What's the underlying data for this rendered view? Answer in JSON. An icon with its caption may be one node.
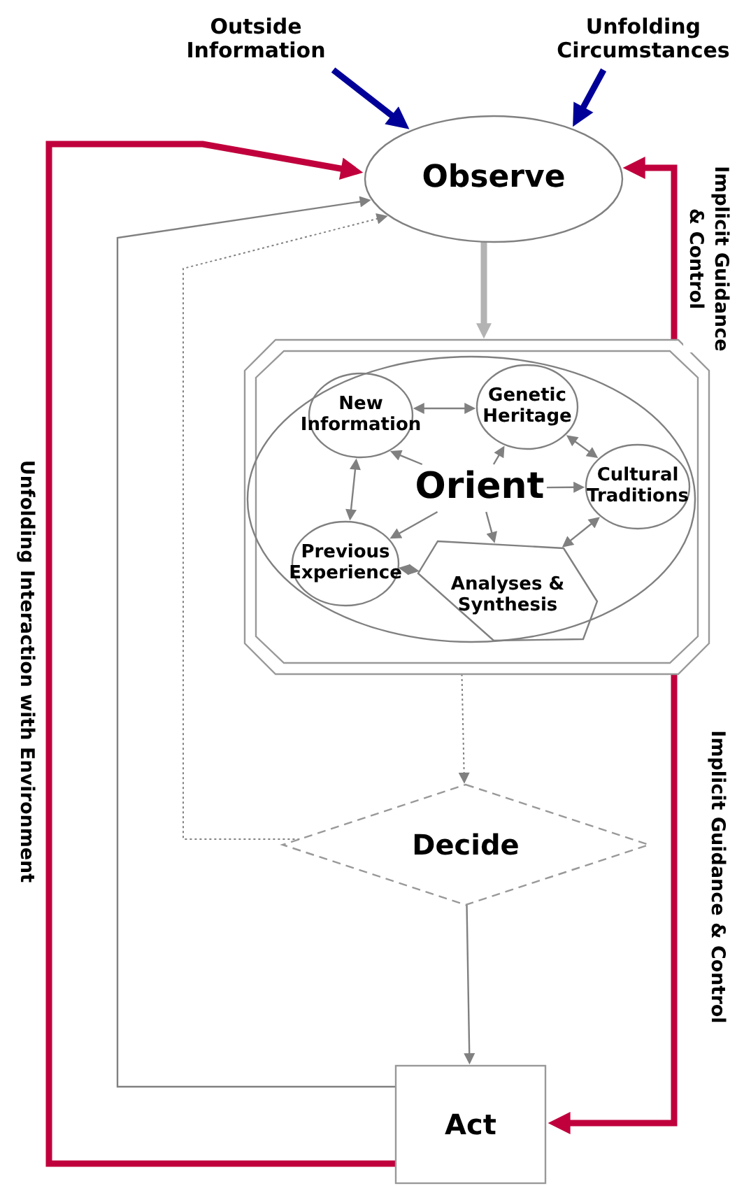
{
  "diagram": {
    "nodes": [
      {
        "text": [
          "Outside Information"
        ]
      },
      {
        "text": [
          "Unfolding Circumstances"
        ]
      },
      {
        "text": [
          "Observe"
        ]
      },
      {
        "text": [],
        "shape": "octagon"
      },
      {
        "text": [
          "Orient"
        ],
        "in": 3
      },
      {
        "text": [
          "New Information"
        ],
        "in": 3
      },
      {
        "text": [
          "Genetic Heritage"
        ],
        "in": 3
      },
      {
        "text": [
          "Cultural Traditions"
        ],
        "in": 3
      },
      {
        "text": [
          "Previous Experience"
        ],
        "in": 3
      },
      {
        "text": [
          "Analyses & Synthesis"
        ],
        "in": 3
      },
      {
        "text": [
          "Decide"
        ]
      },
      {
        "text": [
          "Act"
        ]
      }
    ],
    "edges": [
      {
        "from": 0,
        "to": 2,
        "arrow": "to",
        "style": "thick",
        "color": "#000099"
      },
      {
        "from": 1,
        "to": 2,
        "arrow": "to",
        "style": "thick",
        "color": "#000099"
      },
      {
        "from": 2,
        "to": 3,
        "arrow": "to",
        "style": "thick",
        "color": "#b3b3b3"
      },
      {
        "from": 3,
        "to": 2,
        "arrow": "to",
        "label": "Implicit Guidance & Control",
        "style": "thick",
        "color": "#c0003c"
      },
      {
        "from": 3,
        "to": 10,
        "arrow": "to",
        "style": "dashed"
      },
      {
        "from": 10,
        "to": 11,
        "arrow": "to"
      },
      {
        "from": 3,
        "to": 11,
        "arrow": "to",
        "label": "Implicit Guidance & Control",
        "style": "thick",
        "color": "#c0003c"
      },
      {
        "from": 11,
        "to": 2,
        "arrow": "to",
        "label": "Unfolding Interaction with Environment",
        "style": "thick",
        "color": "#c0003c"
      },
      {
        "from": 11,
        "to": 2,
        "arrow": "to"
      },
      {
        "from": 10,
        "to": 2,
        "arrow": "to",
        "style": "dashed"
      },
      {
        "from": 5,
        "to": 6,
        "arrow": "both"
      },
      {
        "from": 6,
        "to": 7,
        "arrow": "both"
      },
      {
        "from": 5,
        "to": 8,
        "arrow": "both"
      },
      {
        "from": 8,
        "to": 9,
        "arrow": "both"
      },
      {
        "from": 7,
        "to": 9,
        "arrow": "both"
      },
      {
        "from": 4,
        "to": 5,
        "arrow": "to"
      },
      {
        "from": 4,
        "to": 6,
        "arrow": "to"
      },
      {
        "from": 4,
        "to": 7,
        "arrow": "to"
      },
      {
        "from": 4,
        "to": 8,
        "arrow": "to"
      },
      {
        "from": 4,
        "to": 9,
        "arrow": "to"
      }
    ]
  }
}
